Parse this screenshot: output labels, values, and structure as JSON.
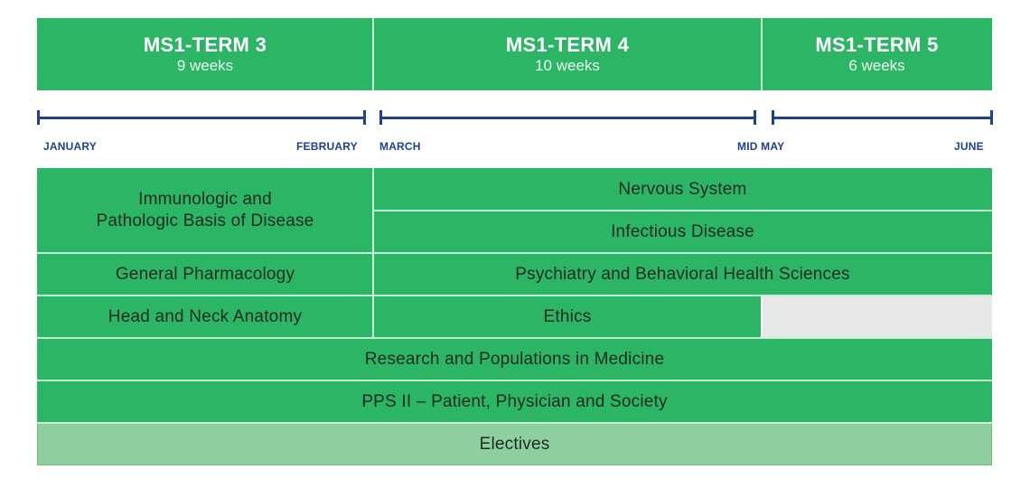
{
  "terms": [
    {
      "title": "MS1-TERM 3",
      "duration": "9 weeks"
    },
    {
      "title": "MS1-TERM 4",
      "duration": "10 weeks"
    },
    {
      "title": "MS1-TERM 5",
      "duration": "6 weeks"
    }
  ],
  "timeline": {
    "labels": [
      "JANUARY",
      "FEBRUARY",
      "MARCH",
      "MID MAY",
      "JUNE"
    ]
  },
  "courses": {
    "immunologic": "Immunologic and Pathologic Basis of Disease",
    "immunologic_line1": "Immunologic and",
    "immunologic_line2": "Pathologic Basis of Disease",
    "nervous": "Nervous System",
    "infectious": "Infectious Disease",
    "pharmacology": "General Pharmacology",
    "psychiatry": "Psychiatry and Behavioral Health Sciences",
    "anatomy": "Head and Neck Anatomy",
    "ethics": "Ethics",
    "research": "Research and Populations in Medicine",
    "pps": "PPS II – Patient, Physician and Society",
    "electives": "Electives"
  },
  "colors": {
    "green": "#2bb565",
    "light_green": "#8fce9f",
    "gray": "#e6e7e9",
    "navy": "#1f3f8f"
  }
}
